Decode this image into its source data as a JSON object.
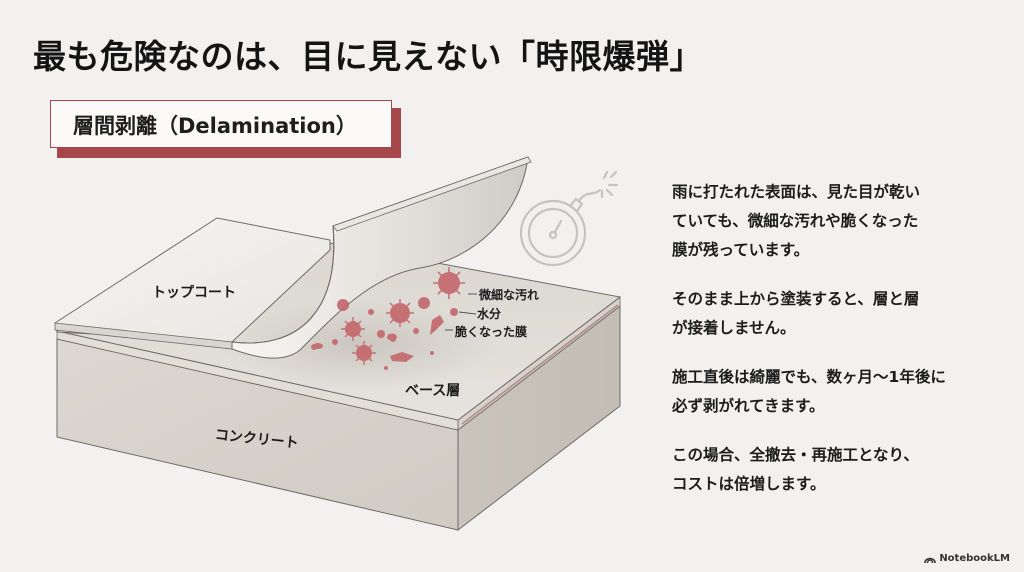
{
  "slide": {
    "title": "最も危険なのは、目に見えない「時限爆弾」",
    "callout": {
      "label": "層間剥離（Delamination）",
      "accent_color": "#a6474c"
    }
  },
  "illustration": {
    "layers": {
      "top_coat": "トップコート",
      "base_layer": "ベース層",
      "concrete": "コンクリート"
    },
    "contaminants": [
      {
        "label": "微細な汚れ"
      },
      {
        "label": "水分"
      },
      {
        "label": "脆くなった膜"
      }
    ],
    "icon": "time-bomb-icon",
    "contaminant_color": "#c4666b"
  },
  "body": {
    "paragraphs": [
      "雨に打たれた表面は、見た目が乾い\nていても、微細な汚れや脆くなった\n膜が残っています。",
      "そのまま上から塗装すると、層と層\nが接着しません。",
      "施工直後は綺麗でも、数ヶ月〜1年後に\n必ず剥がれてきます。",
      "この場合、全撤去・再施工となり、\nコストは倍増します。"
    ]
  },
  "footer": {
    "brand": "NotebookLM"
  }
}
